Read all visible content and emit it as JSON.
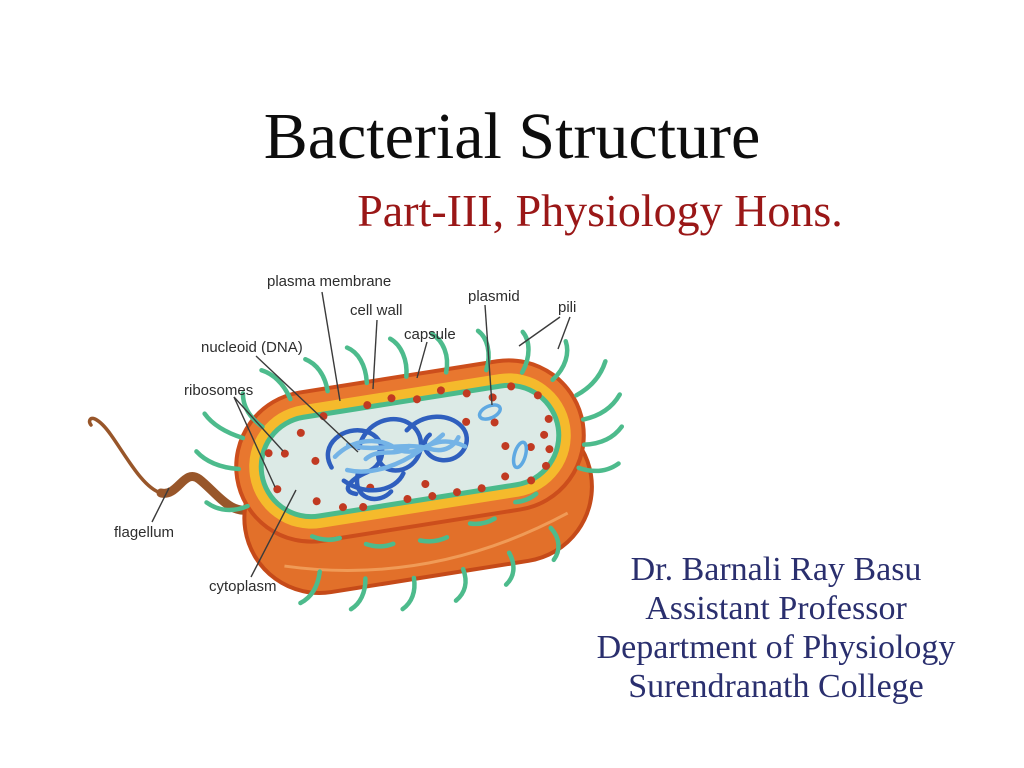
{
  "slide": {
    "title": "Bacterial Structure",
    "subtitle": "Part-III, Physiology Hons.",
    "credits": [
      "Dr. Barnali Ray Basu",
      "Assistant Professor",
      "Department of Physiology",
      "Surendranath College"
    ],
    "colors": {
      "background": "#ffffff",
      "title_text": "#0d0d0d",
      "subtitle_text": "#9a1717",
      "credits_text": "#2a2f6e"
    }
  },
  "diagram": {
    "type": "labeled-illustration",
    "subject": "bacterium cross-section",
    "labels": {
      "plasma_membrane": "plasma membrane",
      "cell_wall": "cell wall",
      "capsule": "capsule",
      "plasmid": "plasmid",
      "pili": "pili",
      "nucleoid": "nucleoid (DNA)",
      "ribosomes": "ribosomes",
      "flagellum": "flagellum",
      "cytoplasm": "cytoplasm"
    },
    "colors": {
      "capsule_orange": "#E8772F",
      "capsule_rim": "#CC4E1C",
      "cell_wall_yellow": "#F5BA2C",
      "membrane_green": "#4ABA8B",
      "cytoplasm_pale": "#DCEAE6",
      "pili_green": "#4DBB8C",
      "ribosome_red": "#C13A22",
      "dna_dark_blue": "#2F5FBE",
      "dna_light_blue": "#74B3E6",
      "plasmid_blue": "#5FA9E2",
      "flagellum_brown": "#98562A",
      "label_text": "#2d2d2d",
      "leader_line": "#3b3b3b"
    }
  }
}
